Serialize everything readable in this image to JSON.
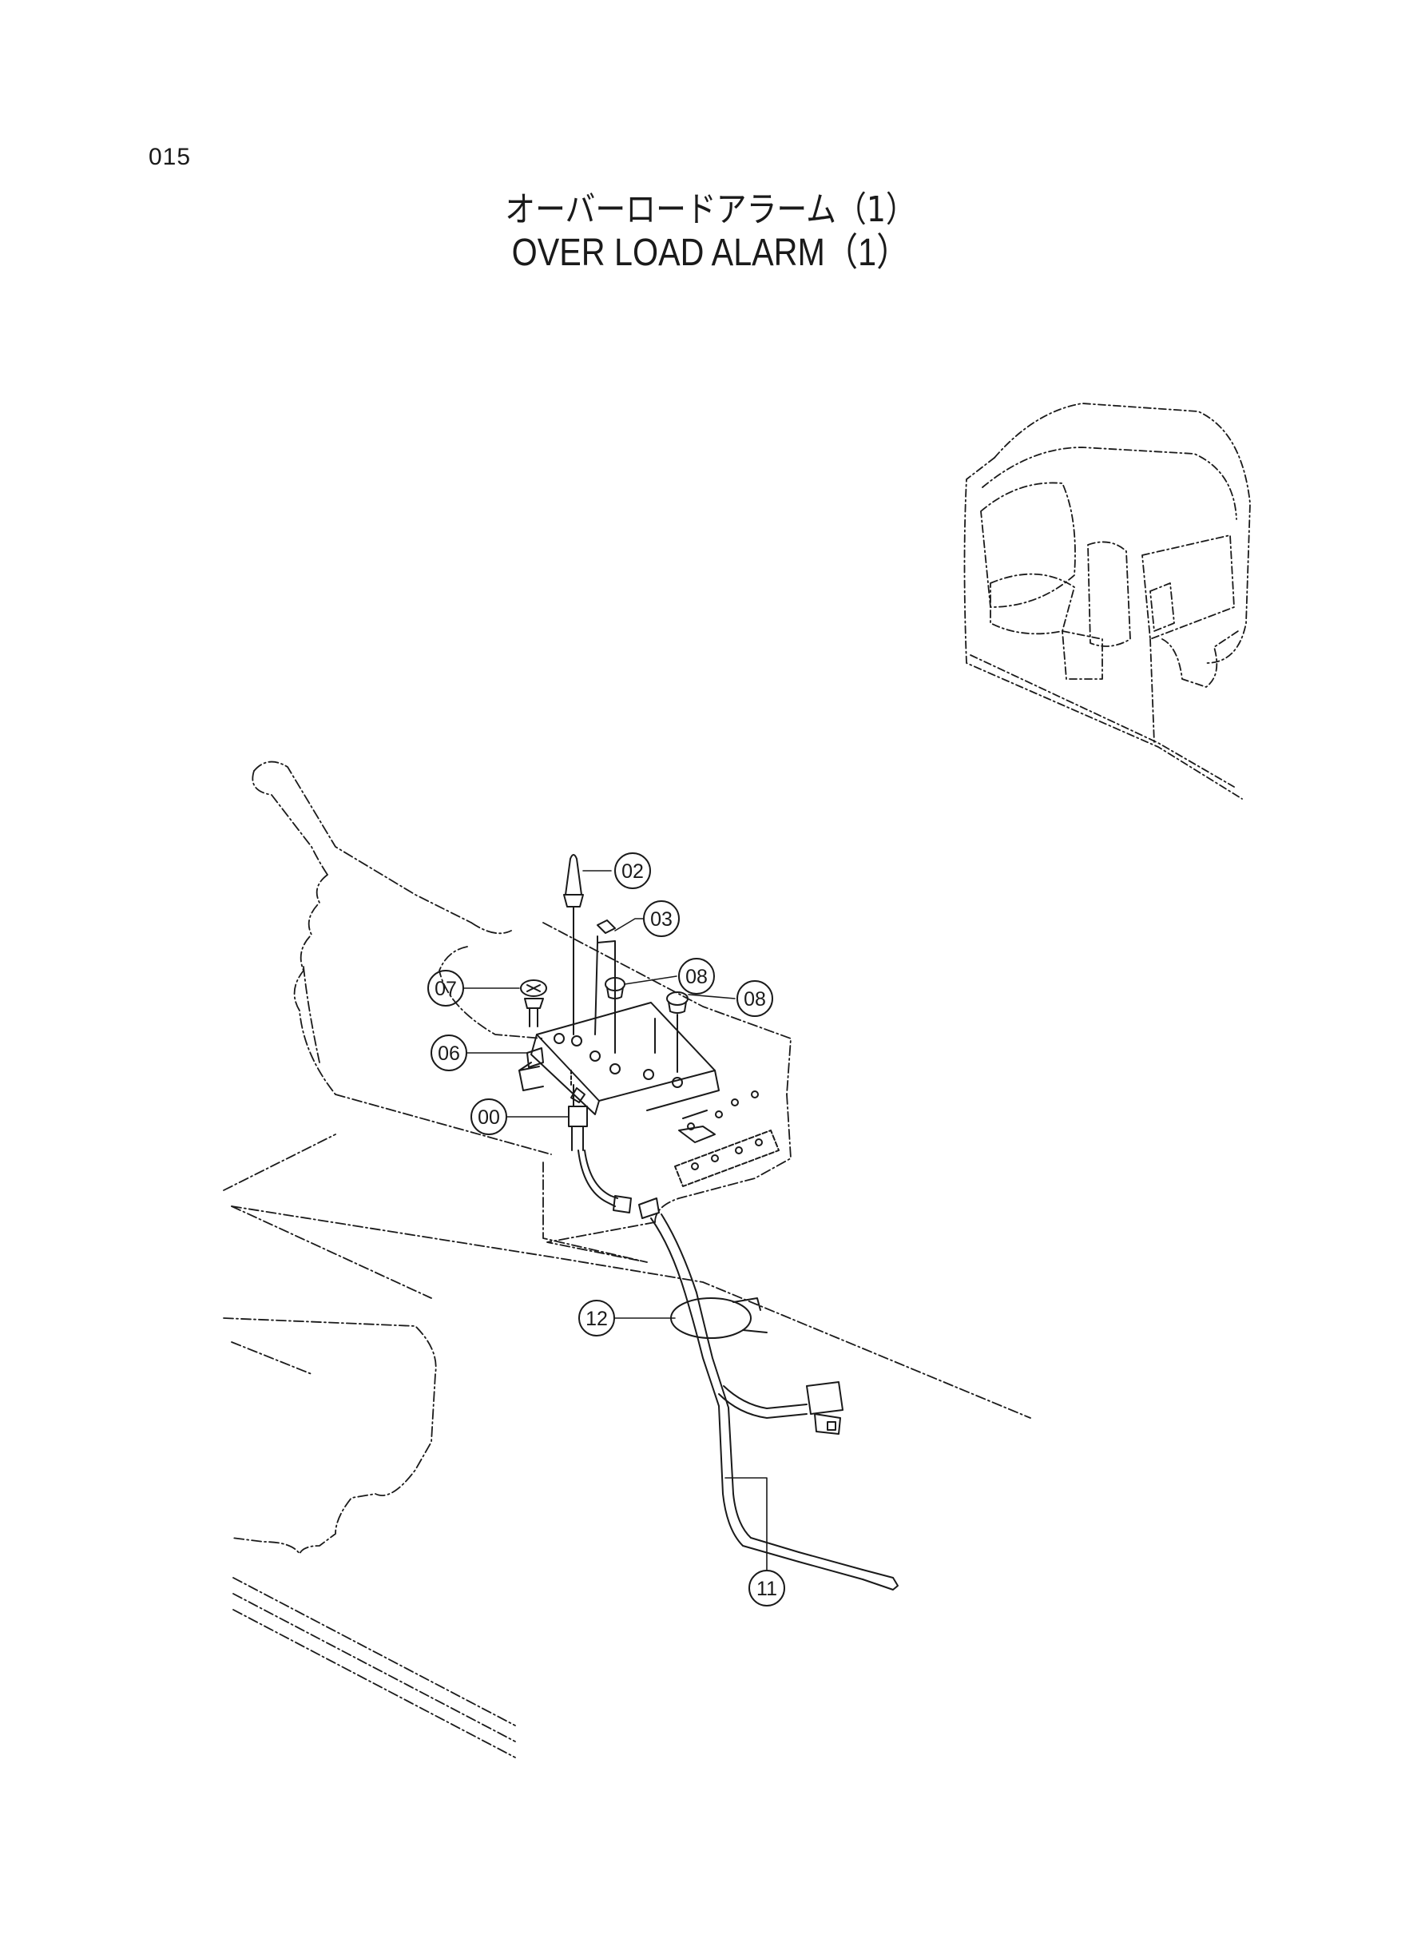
{
  "page_number": "015",
  "title_jp": "オーバーロードアラーム（1）",
  "title_en": "OVER LOAD ALARM（1）",
  "callouts": [
    {
      "id": "c02",
      "label": "02"
    },
    {
      "id": "c03",
      "label": "03"
    },
    {
      "id": "c08a",
      "label": "08"
    },
    {
      "id": "c08b",
      "label": "08"
    },
    {
      "id": "c07",
      "label": "07"
    },
    {
      "id": "c06",
      "label": "06"
    },
    {
      "id": "c00",
      "label": "00"
    },
    {
      "id": "c12",
      "label": "12"
    },
    {
      "id": "c11",
      "label": "11"
    }
  ],
  "line_color": "#1a1a1a"
}
